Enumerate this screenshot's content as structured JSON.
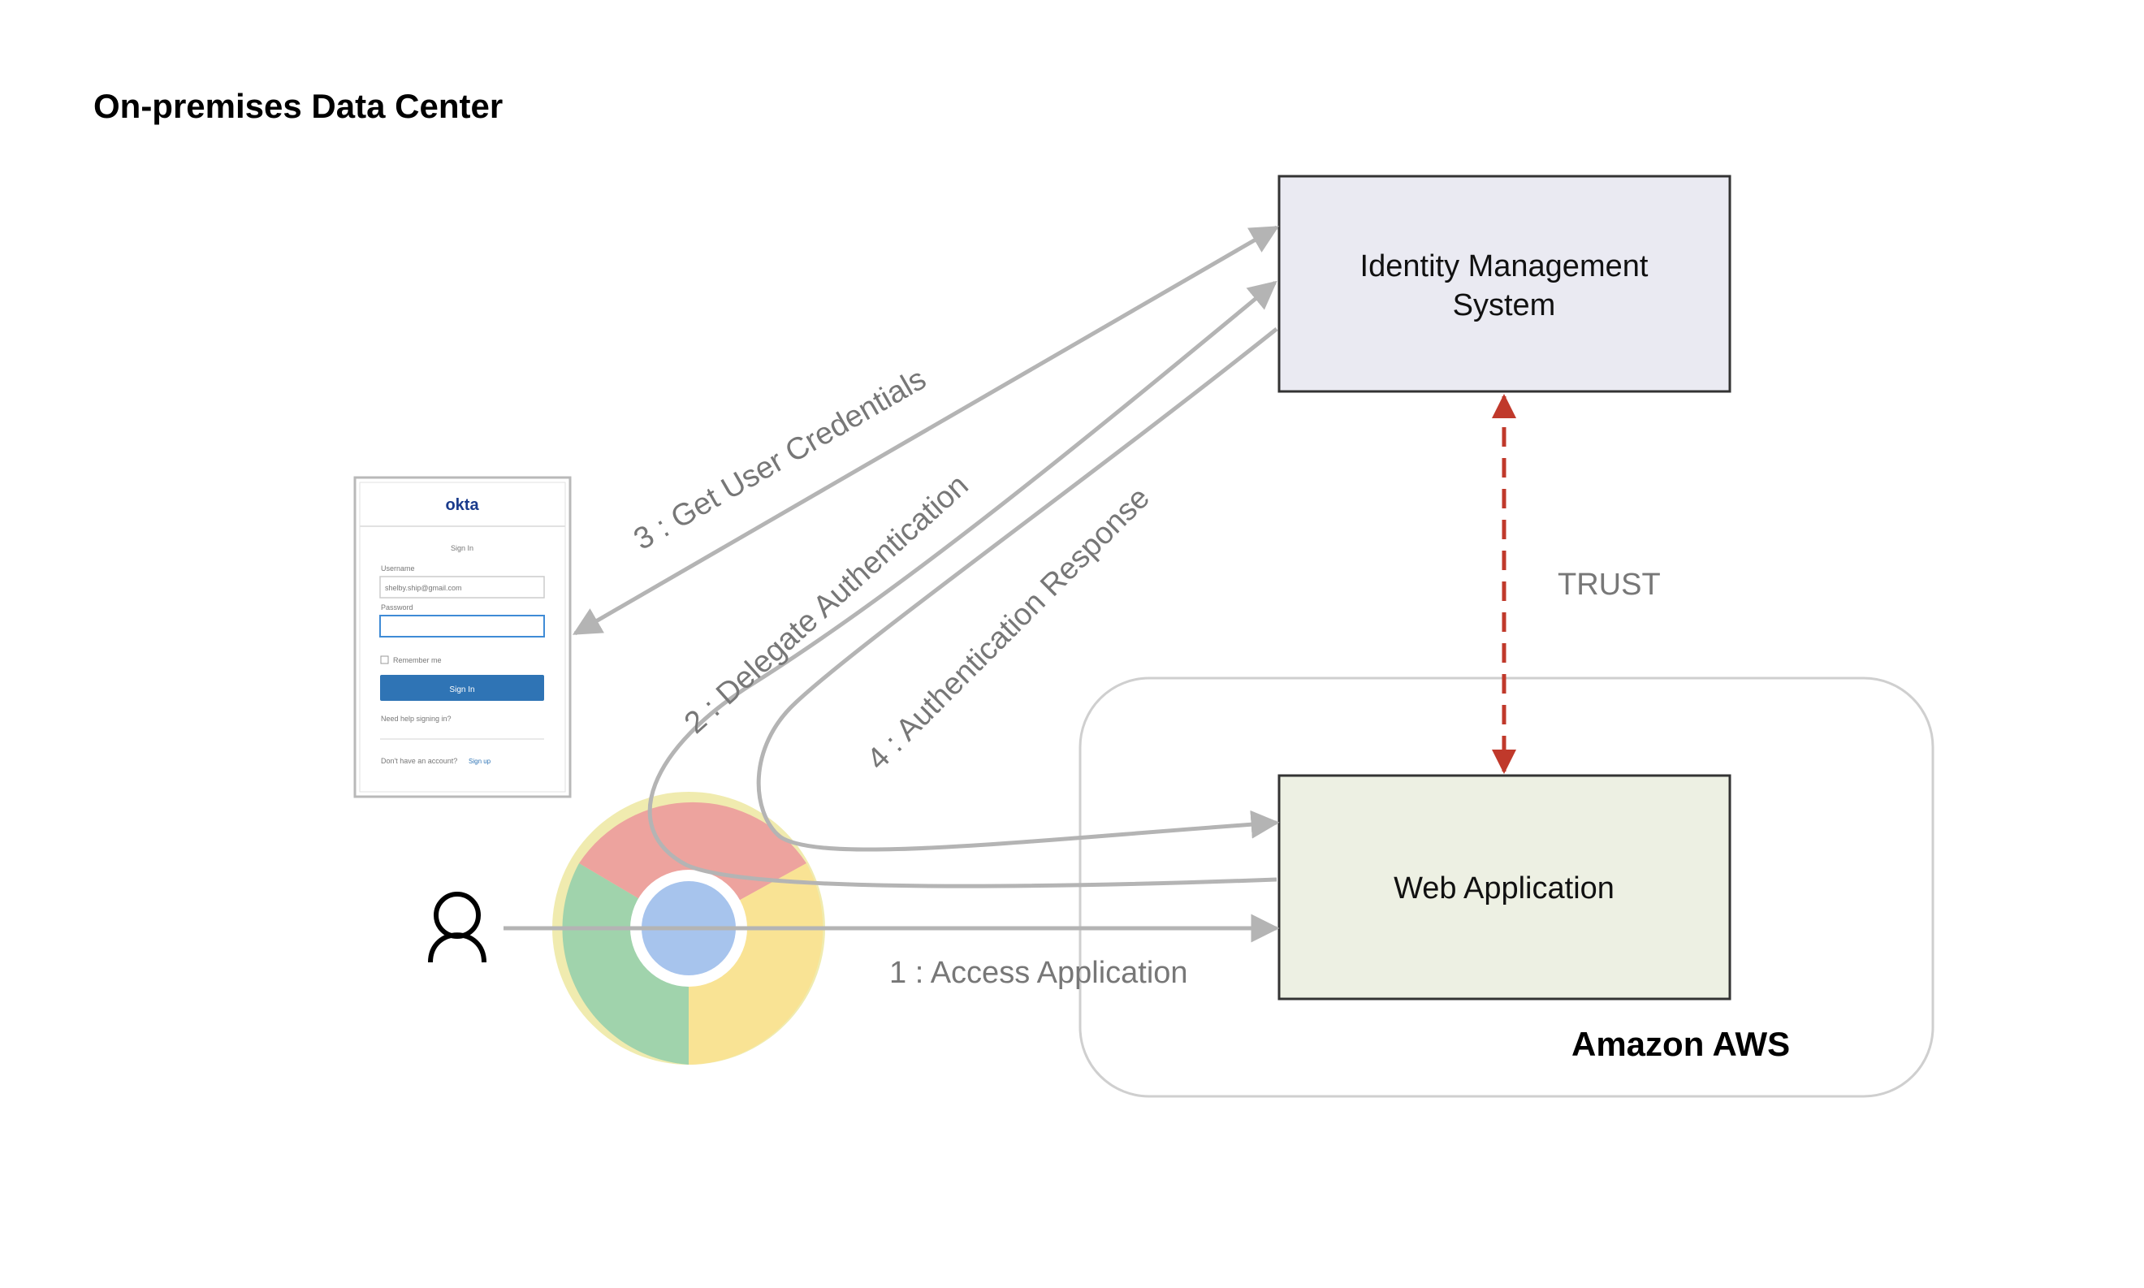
{
  "diagram": {
    "title": "On-premises Data Center",
    "cloud_label": "Amazon AWS",
    "trust_label": "TRUST",
    "nodes": {
      "idm": {
        "line1": "Identity Management",
        "line2": "System"
      },
      "webapp": {
        "label": "Web Application"
      }
    },
    "flows": {
      "step1": "1 : Access Application",
      "step2": "2 : Delegate Authentication",
      "step3": "3 : Get User Credentials",
      "step4": "4 : Authentication Response"
    },
    "login_card": {
      "brand": "okta",
      "heading": "Sign In",
      "username_label": "Username",
      "username_value": "shelby.ship@gmail.com",
      "password_label": "Password",
      "remember_label": "Remember me",
      "signin_button": "Sign In",
      "help_link": "Need help signing in?",
      "signup_prompt": "Don't have an account?",
      "signup_link": "Sign up"
    },
    "colors": {
      "arrow": "#b4b4b4",
      "trust": "#c0392b",
      "idm_fill": "#eaeaf2",
      "webapp_fill": "#edf0e3",
      "okta_brand": "#1a3b8c",
      "signin_button": "#2f74b5"
    },
    "icons": [
      "user-icon",
      "chrome-browser-icon",
      "okta-login-icon"
    ]
  }
}
